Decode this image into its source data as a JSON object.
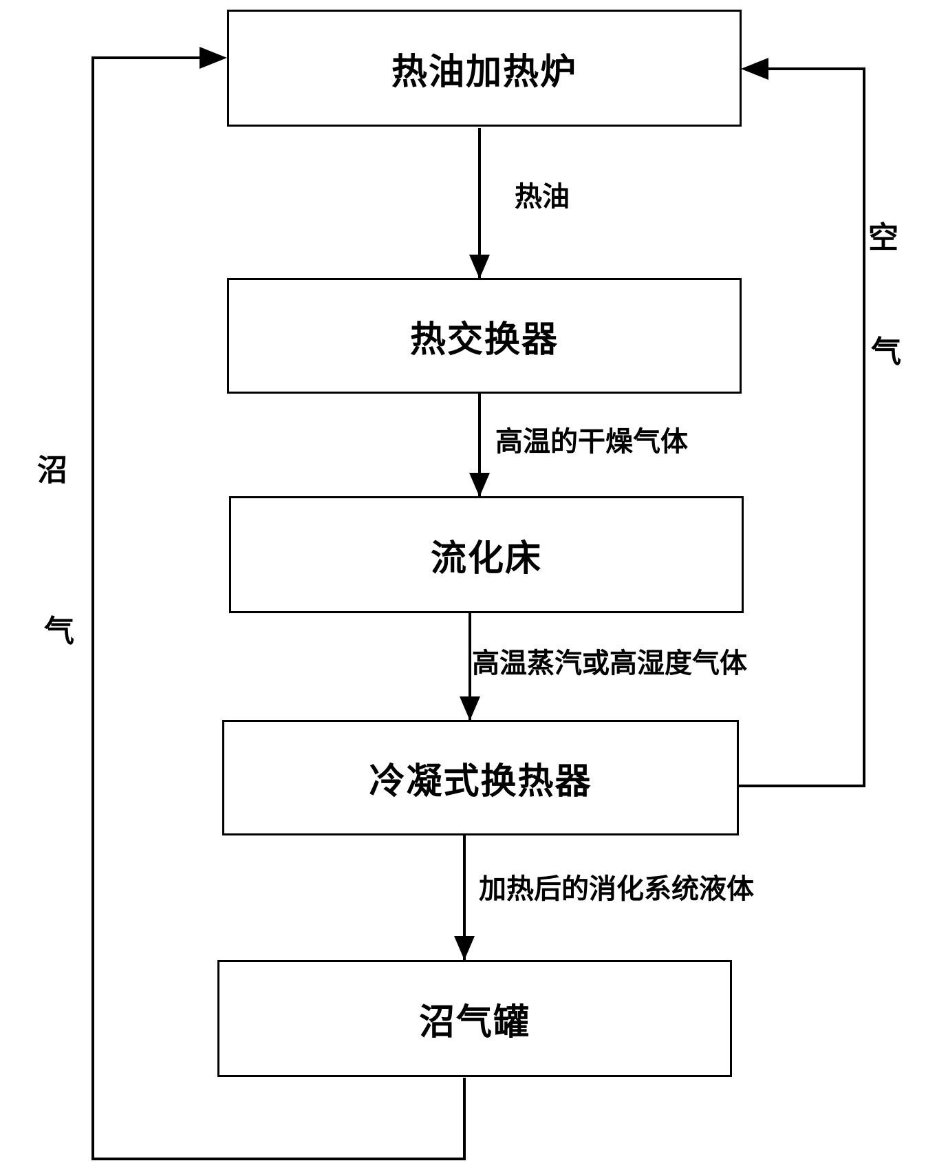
{
  "nodes": {
    "furnace": "热油加热炉",
    "heat_exchanger": "热交换器",
    "fluidized_bed": "流化床",
    "condenser": "冷凝式换热器",
    "biogas_tank": "沼气罐"
  },
  "edges": {
    "hot_oil": "热油",
    "dry_gas": "高温的干燥气体",
    "steam": "高温蒸汽或高湿度气体",
    "liquid": "加热后的消化系统液体",
    "air": [
      "空",
      "气"
    ],
    "biogas": [
      "沼",
      "气"
    ]
  }
}
